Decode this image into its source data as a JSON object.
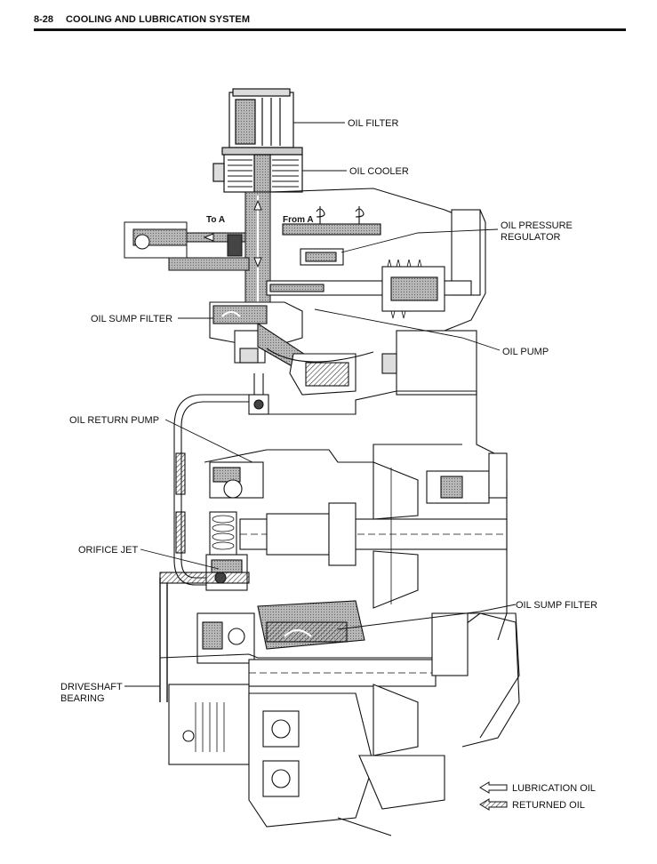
{
  "header": {
    "page_number": "8-28",
    "title": "COOLING AND LUBRICATION SYSTEM"
  },
  "labels": {
    "oil_filter": "OIL FILTER",
    "oil_cooler": "OIL COOLER",
    "oil_pressure_regulator_1": "OIL PRESSURE",
    "oil_pressure_regulator_2": "REGULATOR",
    "oil_sump_filter_upper": "OIL SUMP FILTER",
    "oil_pump": "OIL PUMP",
    "oil_return_pump": "OIL RETURN PUMP",
    "orifice_jet": "ORIFICE JET",
    "oil_sump_filter_lower": "OIL SUMP FILTER",
    "driveshaft_bearing_1": "DRIVESHAFT",
    "driveshaft_bearing_2": "BEARING",
    "to_a": "To A",
    "from_a": "From A"
  },
  "legend": {
    "lubrication_oil": "LUBRICATION OIL",
    "returned_oil": "RETURNED OIL"
  }
}
